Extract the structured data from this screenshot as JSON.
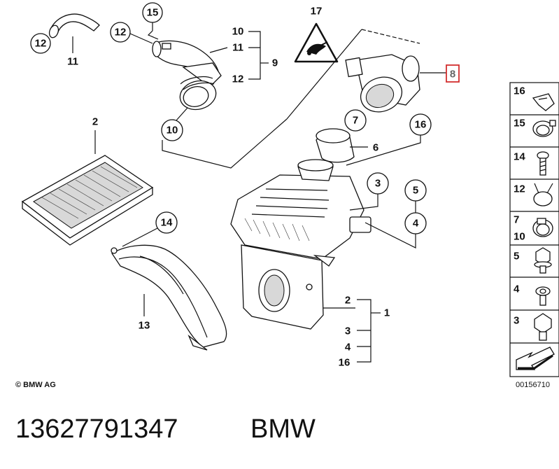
{
  "callouts": {
    "c12a": "12",
    "c12b": "12",
    "c15": "15",
    "c10a": "10",
    "c17": "17",
    "c7": "7",
    "c16a": "16",
    "c3": "3",
    "c5": "5",
    "c4": "4",
    "c14": "14"
  },
  "labels": {
    "l11": "11",
    "l10top": "10",
    "l11top": "11",
    "l9": "9",
    "l12top": "12",
    "l8": "8",
    "l6": "6",
    "l2": "2",
    "l13": "13",
    "l1": "1",
    "lg2": "2",
    "lg3": "3",
    "lg4": "4",
    "lg16": "16"
  },
  "sidebar": {
    "items": [
      {
        "label": "16"
      },
      {
        "label": "15"
      },
      {
        "label": "14"
      },
      {
        "label": "12"
      },
      {
        "label": "7",
        "label2": "10"
      },
      {
        "label": "5"
      },
      {
        "label": "4"
      },
      {
        "label": "3"
      },
      {
        "label": ""
      }
    ],
    "catalog_number": "00156710"
  },
  "copyright": "© BMW AG",
  "footer": {
    "part_number": "13627791347",
    "brand": "BMW"
  },
  "colors": {
    "highlight": "#d32f2f"
  }
}
